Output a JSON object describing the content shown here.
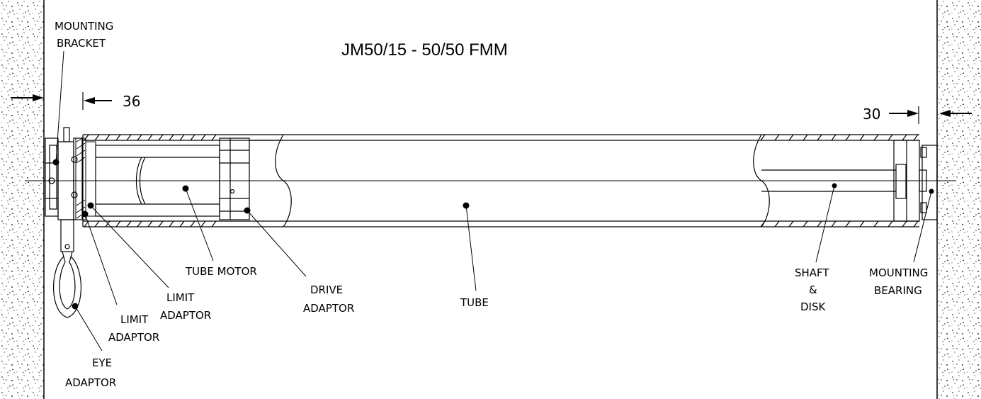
{
  "title": "JM50/15 - 50/50 FMM",
  "dimensions": {
    "left": "36",
    "right": "30"
  },
  "labels": {
    "mounting_bracket": [
      "MOUNTING",
      "BRACKET"
    ],
    "tube_motor": "TUBE  MOTOR",
    "drive_adaptor": [
      "DRIVE",
      "ADAPTOR"
    ],
    "tube": "TUBE",
    "limit_adaptor_upper": [
      "LIMIT",
      "ADAPTOR"
    ],
    "limit_adaptor_lower": [
      "LIMIT",
      "ADAPTOR"
    ],
    "eye_adaptor": [
      "EYE",
      "ADAPTOR"
    ],
    "shaft_disk": [
      "SHAFT",
      "&",
      "DISK"
    ],
    "mounting_bearing": [
      "MOUNTING",
      "BEARING"
    ]
  }
}
